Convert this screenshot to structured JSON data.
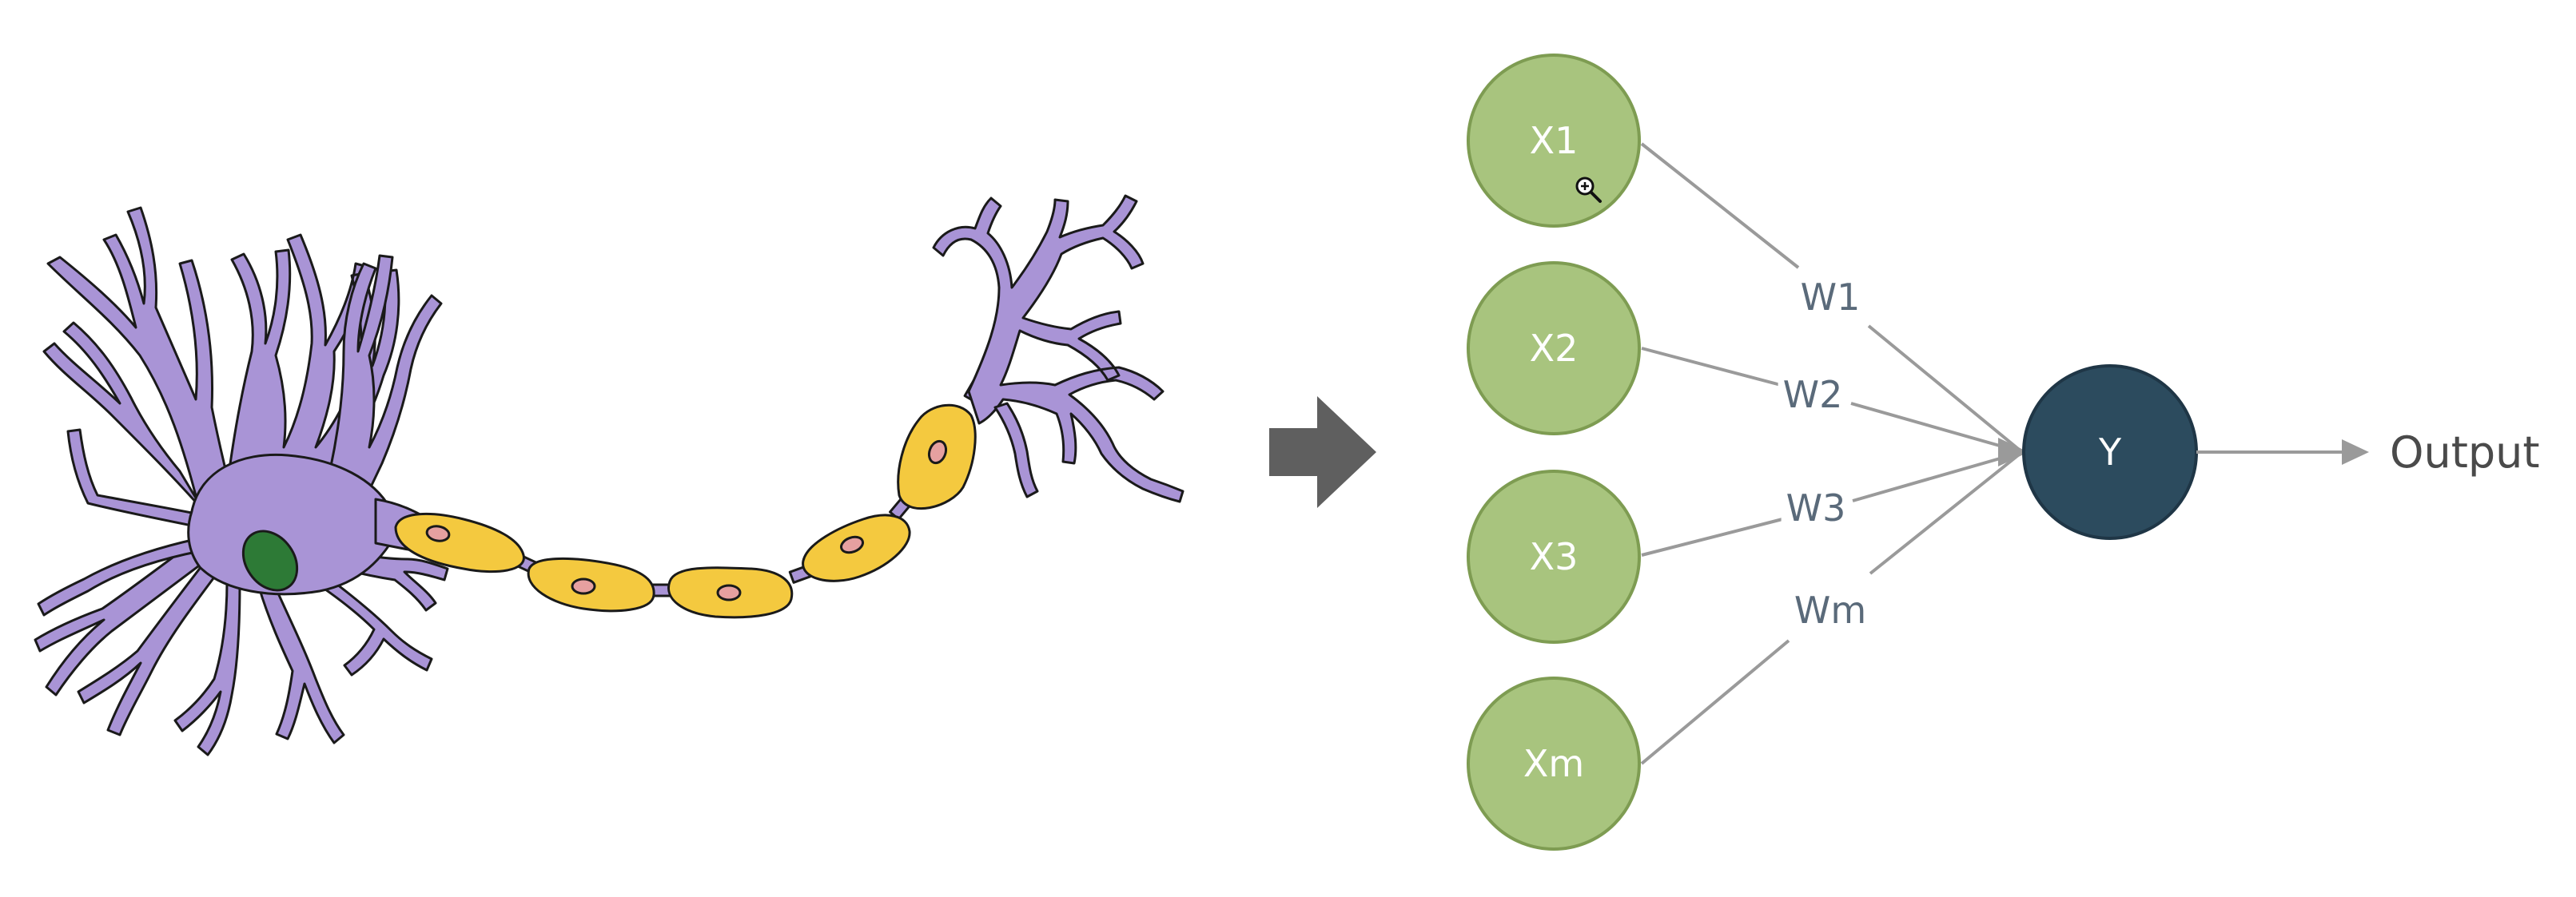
{
  "colors": {
    "neuron_body": "#a994d6",
    "neuron_outline": "#1a1a1a",
    "nucleus": "#2d7a36",
    "myelin": "#f4c93f",
    "myelin_nucleus": "#e6a0a0",
    "arrow": "#5f5f5f",
    "input_node": "#a8c47e",
    "input_node_stroke": "#7e9c52",
    "output_node": "#2c4b5e",
    "edge": "#9a9a9a",
    "weight_text": "#5a6a7a",
    "output_text": "#4a4a4a"
  },
  "inputs": [
    {
      "id": "x1",
      "label": "X1"
    },
    {
      "id": "x2",
      "label": "X2"
    },
    {
      "id": "x3",
      "label": "X3"
    },
    {
      "id": "xm",
      "label": "Xm"
    }
  ],
  "weights": [
    {
      "id": "w1",
      "label": "W1"
    },
    {
      "id": "w2",
      "label": "W2"
    },
    {
      "id": "w3",
      "label": "W3"
    },
    {
      "id": "wm",
      "label": "Wm"
    }
  ],
  "output_node": {
    "label": "Y"
  },
  "output_text": "Output",
  "cursor_icon": "zoom-in-icon"
}
